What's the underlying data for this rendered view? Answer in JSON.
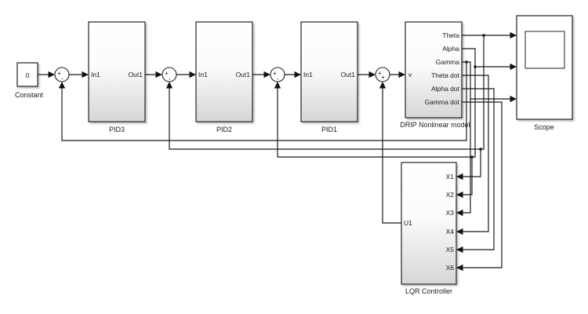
{
  "title": "DRIP control system Simulink diagram",
  "blocks": {
    "constant": {
      "value": "0",
      "label": "Constant"
    },
    "sum1": {
      "signs": [
        "+",
        "-"
      ]
    },
    "pid3": {
      "label": "PID3",
      "in_port": "In1",
      "out_port": "Out1"
    },
    "sum2": {
      "signs": [
        "+",
        "-"
      ]
    },
    "pid2": {
      "label": "PID2",
      "in_port": "In1",
      "out_port": "Out1"
    },
    "sum3": {
      "signs": [
        "+",
        "-"
      ]
    },
    "pid1": {
      "label": "PID1",
      "in_port": "In1",
      "out_port": "Out1"
    },
    "sum4": {
      "signs": [
        "+",
        "+"
      ]
    },
    "drip": {
      "label": "DRIP Nonlinear model",
      "in_port": "v",
      "out_ports": [
        "Theta",
        "Alpha",
        "Gamma",
        "Theta dot",
        "Alpha dot",
        "Gamma dot"
      ]
    },
    "scope": {
      "label": "Scope"
    },
    "lqr": {
      "label": "LQR Controller",
      "out_port": "U1",
      "in_ports": [
        "X1",
        "X2",
        "X3",
        "X4",
        "X5",
        "X6"
      ]
    }
  },
  "colors": {
    "block_fill_top": "#ffffff",
    "block_fill_bottom": "#d8d8d8",
    "wire": "#1a1a1a",
    "background": "#ffffff"
  }
}
